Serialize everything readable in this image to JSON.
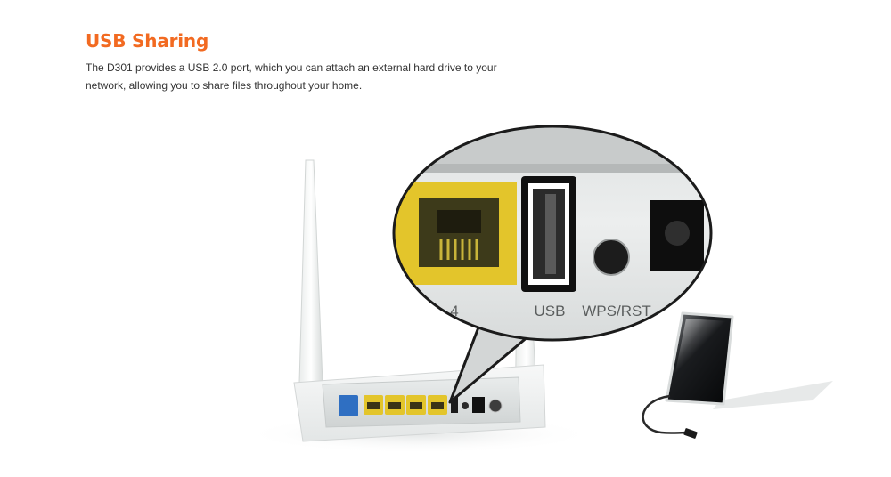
{
  "section": {
    "title": "USB Sharing",
    "description": "The D301 provides a USB 2.0 port, which you can attach an external hard drive to your network, allowing you to share files throughout your home."
  },
  "illustration": {
    "port_labels": {
      "lan": "4",
      "usb": "USB",
      "wps": "WPS/RST"
    },
    "colors": {
      "accent": "#f26a21",
      "lan_port": "#e3c52b",
      "wan_port": "#2f6fc2"
    }
  }
}
